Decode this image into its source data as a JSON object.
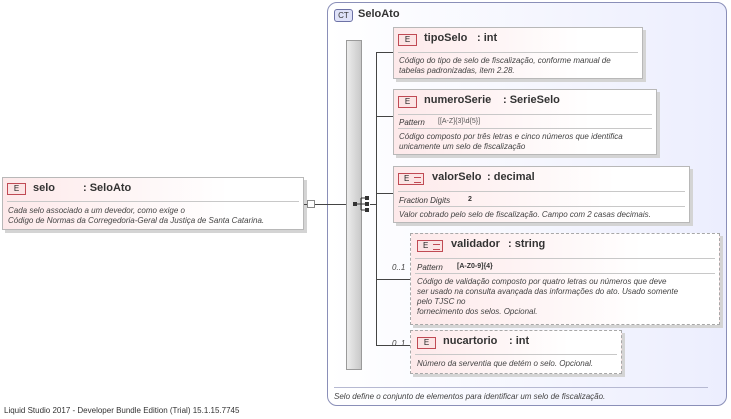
{
  "footer": "Liquid Studio 2017 - Developer Bundle Edition (Trial) 15.1.15.7745",
  "root": {
    "badge": "E",
    "name": "selo",
    "type": ": SeloAto",
    "doc_line1": "Cada selo associado a um devedor, como exige o",
    "doc_line2": "Código de Normas da Corregedoria-Geral da Justiça de Santa Catarina."
  },
  "complex_type": {
    "badge": "CT",
    "name": "SeloAto",
    "doc": "Selo define o conjunto de elementos para identificar um selo de fiscalização."
  },
  "elements": [
    {
      "badge": "E",
      "name": "tipoSelo",
      "type": ": int",
      "doc_line1": "Código do tipo de selo de fiscalização, conforme manual de",
      "doc_line2": "tabelas padronizadas, item 2.28."
    },
    {
      "badge": "E",
      "name": "numeroSerie",
      "type": ": SerieSelo",
      "facet_name": "Pattern",
      "facet_value": "[[A-Z]{3}\\d{5}]",
      "doc_line1": "Código composto por três letras e cinco números que identifica",
      "doc_line2": "unicamente um selo de fiscalização"
    },
    {
      "badge": "E",
      "name": "valorSelo",
      "type": ": decimal",
      "facet_name": "Fraction Digits",
      "facet_value": "2",
      "doc_line1": "Valor cobrado pelo selo de fiscalização. Campo com 2 casas decimais."
    },
    {
      "badge": "E",
      "name": "validador",
      "type": ": string",
      "occurs": "0..1",
      "facet_name": "Pattern",
      "facet_value": "[A-Z0-9]{4}",
      "doc_line1": "Código de validação composto por quatro letras ou números que deve",
      "doc_line2": "ser usado na consulta avançada das informações do ato. Usado somente",
      "doc_line3": "pelo TJSC no",
      "doc_line4": "fornecimento dos selos. Opcional."
    },
    {
      "badge": "E",
      "name": "nucartorio",
      "type": ": int",
      "occurs": "0..1",
      "doc_line1": "Número da serventia que detém o selo. Opcional."
    }
  ]
}
